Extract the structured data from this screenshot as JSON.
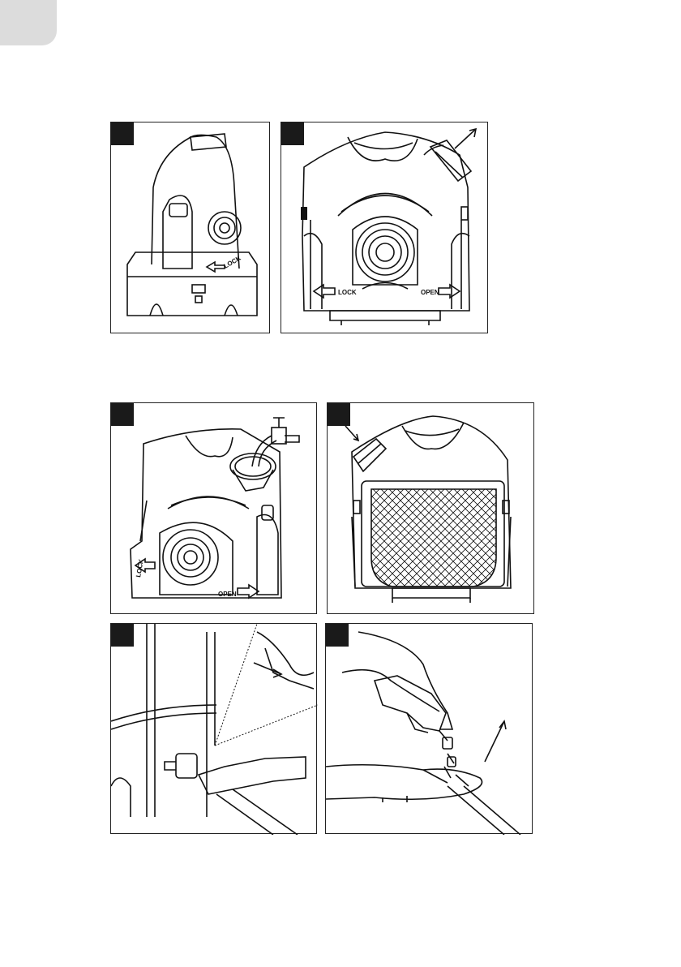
{
  "panels": [
    {
      "id": 1,
      "labels": [
        "LOCK"
      ]
    },
    {
      "id": 2,
      "labels": [
        "LOCK",
        "OPEN"
      ]
    },
    {
      "id": 3,
      "labels": [
        "LOCK",
        "OPEN"
      ]
    },
    {
      "id": 4,
      "labels": []
    },
    {
      "id": 5,
      "labels": []
    },
    {
      "id": 6,
      "labels": []
    }
  ]
}
